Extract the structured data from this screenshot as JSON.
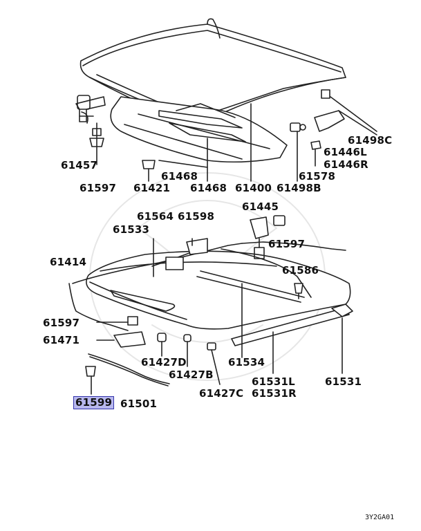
{
  "diagram_code": "3Y2GA01",
  "callouts": [
    {
      "id": "c-61400",
      "text": "61400"
    },
    {
      "id": "c-61457",
      "text": "61457"
    },
    {
      "id": "c-61597-top",
      "text": "61597"
    },
    {
      "id": "c-61421",
      "text": "61421"
    },
    {
      "id": "c-61468-a",
      "text": "61468"
    },
    {
      "id": "c-61468-b",
      "text": "61468"
    },
    {
      "id": "c-61498C",
      "text": "61498C"
    },
    {
      "id": "c-61446L",
      "text": "61446L"
    },
    {
      "id": "c-61446R",
      "text": "61446R"
    },
    {
      "id": "c-61578",
      "text": "61578"
    },
    {
      "id": "c-61498B",
      "text": "61498B"
    },
    {
      "id": "c-61564",
      "text": "61564"
    },
    {
      "id": "c-61598",
      "text": "61598"
    },
    {
      "id": "c-61445",
      "text": "61445"
    },
    {
      "id": "c-61533",
      "text": "61533"
    },
    {
      "id": "c-61597-mid",
      "text": "61597"
    },
    {
      "id": "c-61414",
      "text": "61414"
    },
    {
      "id": "c-61586",
      "text": "61586"
    },
    {
      "id": "c-61597-left",
      "text": "61597"
    },
    {
      "id": "c-61471",
      "text": "61471"
    },
    {
      "id": "c-61427D",
      "text": "61427D"
    },
    {
      "id": "c-61427B",
      "text": "61427B"
    },
    {
      "id": "c-61534",
      "text": "61534"
    },
    {
      "id": "c-61531L",
      "text": "61531L"
    },
    {
      "id": "c-61531R",
      "text": "61531R"
    },
    {
      "id": "c-61531",
      "text": "61531"
    },
    {
      "id": "c-61427C",
      "text": "61427C"
    },
    {
      "id": "c-61599",
      "text": "61599",
      "highlighted": true
    },
    {
      "id": "c-61501",
      "text": "61501"
    }
  ]
}
